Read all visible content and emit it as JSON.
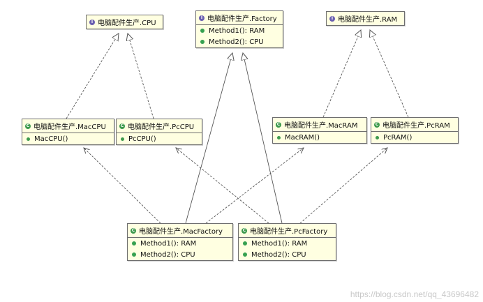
{
  "interfaces": {
    "cpu": {
      "name": "电脑配件生产.CPU"
    },
    "factory": {
      "name": "电脑配件生产.Factory",
      "methods": [
        "Method1(): RAM",
        "Method2(): CPU"
      ]
    },
    "ram": {
      "name": "电脑配件生产.RAM"
    }
  },
  "classes": {
    "mac_cpu": {
      "name": "电脑配件生产.MacCPU",
      "constructor": "MacCPU()"
    },
    "pc_cpu": {
      "name": "电脑配件生产.PcCPU",
      "constructor": "PcCPU()"
    },
    "mac_ram": {
      "name": "电脑配件生产.MacRAM",
      "constructor": "MacRAM()"
    },
    "pc_ram": {
      "name": "电脑配件生产.PcRAM",
      "constructor": "PcRAM()"
    },
    "mac_factory": {
      "name": "电脑配件生产.MacFactory",
      "methods": [
        "Method1(): RAM",
        "Method2(): CPU"
      ]
    },
    "pc_factory": {
      "name": "电脑配件生产.PcFactory",
      "methods": [
        "Method1(): RAM",
        "Method2(): CPU"
      ]
    }
  },
  "icon_letters": {
    "interface": "I",
    "class": "C"
  },
  "watermark": "https://blog.csdn.net/qq_43696482",
  "colors": {
    "box_fill": "#ffffe1",
    "border": "#6e6e6e",
    "interface_icon": "#6a5fb0",
    "class_icon": "#3d9a4d"
  }
}
